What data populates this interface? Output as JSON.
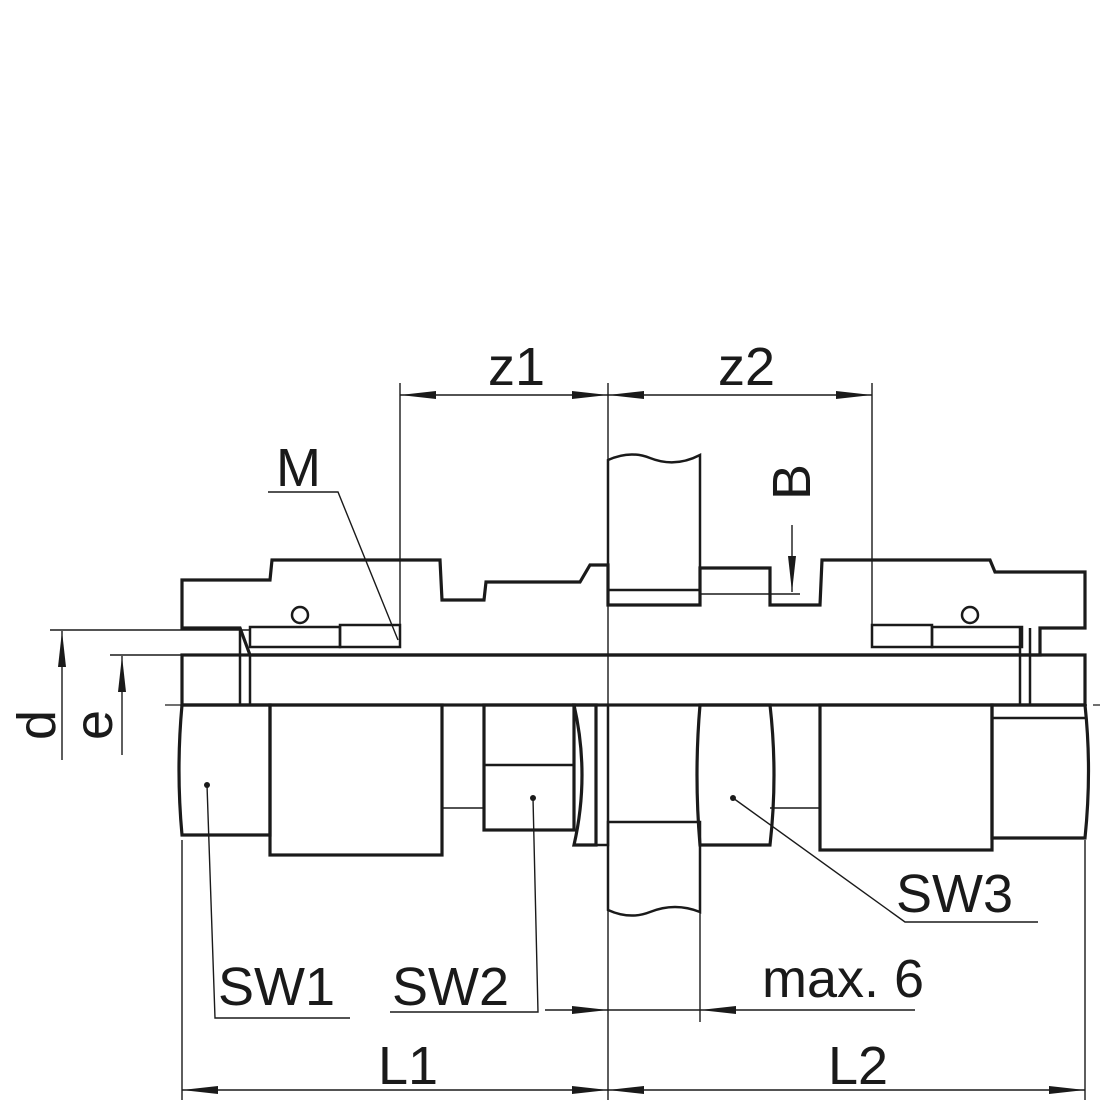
{
  "drawing": {
    "labels": {
      "z1": "z1",
      "z2": "z2",
      "M": "M",
      "B": "B",
      "d": "d",
      "e": "e",
      "SW1": "SW1",
      "SW2": "SW2",
      "SW3": "SW3",
      "max6": "max. 6",
      "L1": "L1",
      "L2": "L2"
    }
  }
}
